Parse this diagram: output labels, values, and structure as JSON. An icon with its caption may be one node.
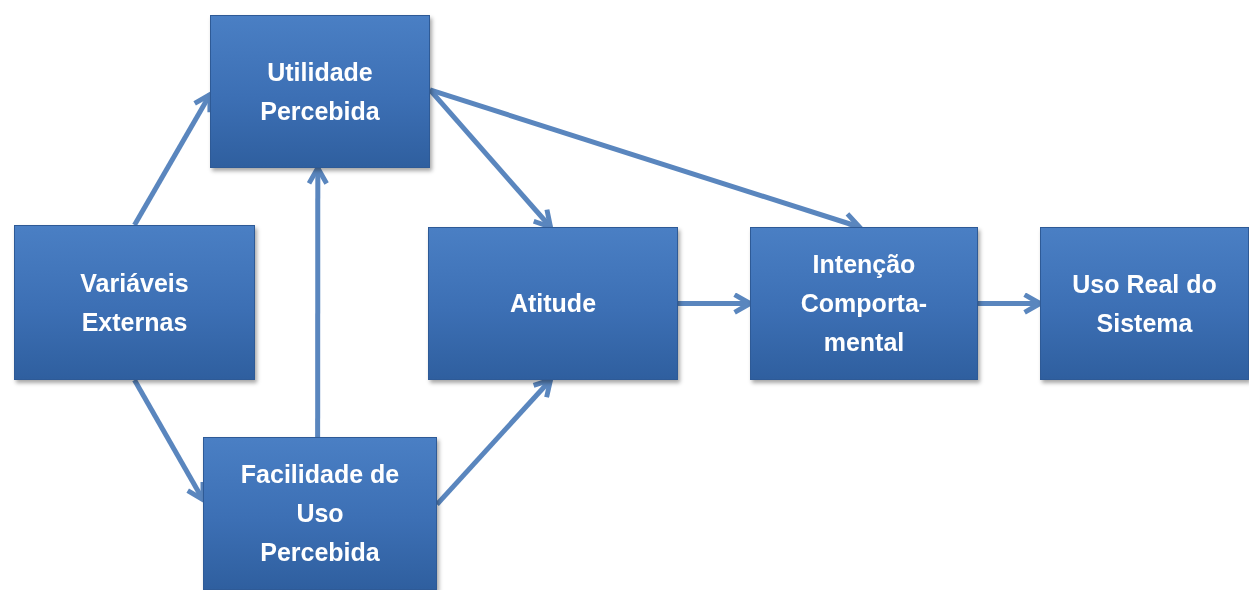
{
  "diagram": {
    "nodes": [
      {
        "text": [
          "Variáveis Externas"
        ]
      },
      {
        "text": [
          "Utilidade Percebida"
        ]
      },
      {
        "text": [
          "Facilidade de Uso Percebida"
        ]
      },
      {
        "text": [
          "Atitude"
        ]
      },
      {
        "text": [
          "Intenção Comporta- mental"
        ]
      },
      {
        "text": [
          "Uso Real do Sistema"
        ]
      }
    ],
    "edges": [
      {
        "from": 0,
        "to": 1,
        "arrow": "to"
      },
      {
        "from": 0,
        "to": 2,
        "arrow": "to"
      },
      {
        "from": 2,
        "to": 1,
        "arrow": "to"
      },
      {
        "from": 1,
        "to": 3,
        "arrow": "to"
      },
      {
        "from": 2,
        "to": 3,
        "arrow": "to"
      },
      {
        "from": 1,
        "to": 4,
        "arrow": "to"
      },
      {
        "from": 3,
        "to": 4,
        "arrow": "to"
      },
      {
        "from": 4,
        "to": 5,
        "arrow": "to"
      }
    ]
  }
}
